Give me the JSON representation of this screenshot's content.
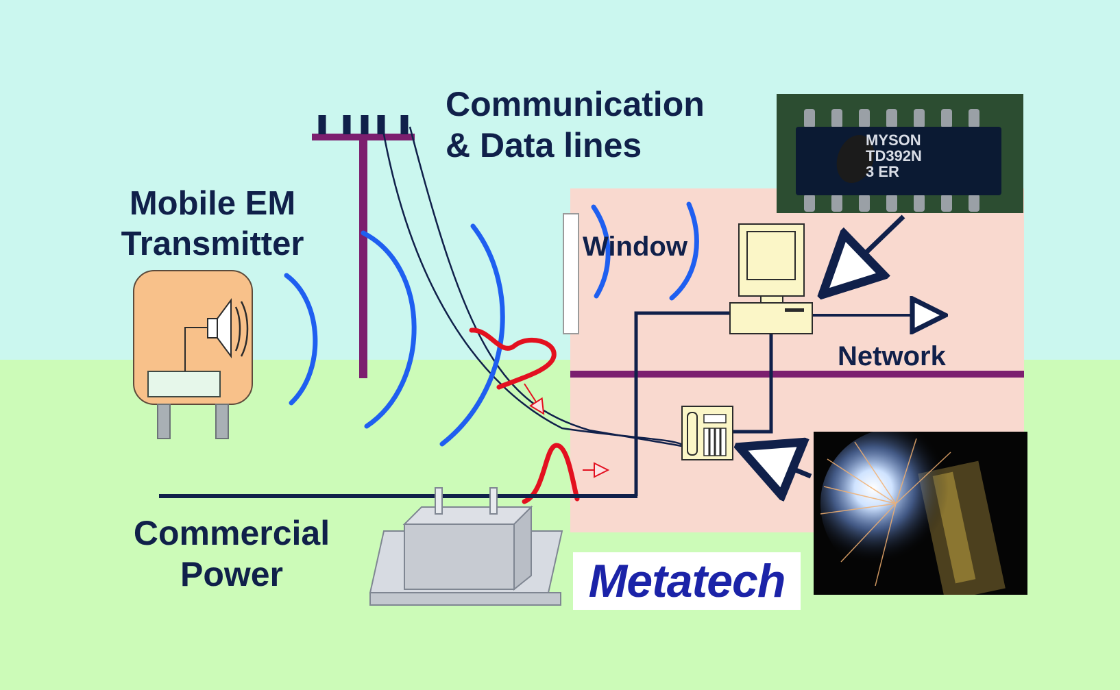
{
  "labels": {
    "communication": "Communication\n& Data lines",
    "mobile": "Mobile EM\nTransmitter",
    "window": "Window",
    "network": "Network",
    "commercial_power": "Commercial\nPower"
  },
  "logo": {
    "text": "Metatech"
  },
  "chip_photo": {
    "marking": "MYSON\nTD392N\n3 ER"
  },
  "colors": {
    "sky": "#cbf7ef",
    "ground": "#ccfbb8",
    "building": "#f9d9cf",
    "wave_blue": "#1f5ff0",
    "surge_red": "#e3101f",
    "pole_purple": "#7c1f6f",
    "line_navy": "#10204a",
    "device_yellow": "#fbf6c7",
    "transmitter_orange": "#f8c18a"
  }
}
